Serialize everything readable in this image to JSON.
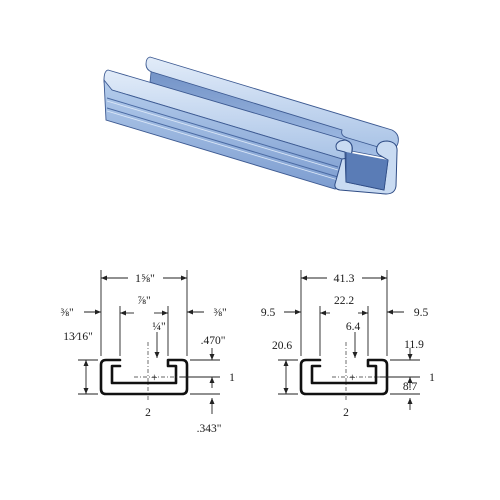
{
  "imperial": {
    "overall_width": "1⅝\"",
    "side_left": "⅜\"",
    "side_right": "⅜\"",
    "slot_width": "⅞\"",
    "lip_gap": "¼\"",
    "height": "13⁄16\"",
    "lip_depth": ".470\"",
    "centroid": ".343\"",
    "axis_1": "1",
    "axis_2": "2"
  },
  "metric": {
    "overall_width": "41.3",
    "side_left": "9.5",
    "side_right": "9.5",
    "slot_width": "22.2",
    "lip_gap": "6.4",
    "height": "20.6",
    "lip_depth": "11.9",
    "centroid": "8.7",
    "axis_1": "1",
    "axis_2": "2"
  },
  "colors": {
    "steel_light": "#cfe0f5",
    "steel_mid": "#9bb8e0",
    "steel_dark": "#4f6fa8",
    "line": "#111111"
  }
}
